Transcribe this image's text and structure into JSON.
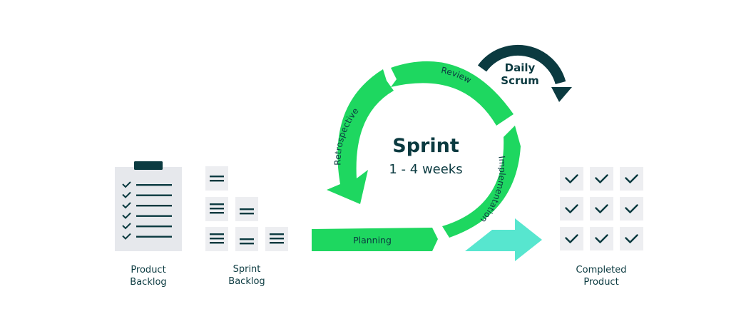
{
  "product_backlog": {
    "line1": "Product",
    "line2": "Backlog",
    "checklist_count": 6
  },
  "sprint_backlog": {
    "line1": "Sprint",
    "line2": "Backlog"
  },
  "completed_product": {
    "line1": "Completed",
    "line2": "Product",
    "check_count": 9
  },
  "sprint": {
    "title": "Sprint",
    "duration": "1 - 4 weeks",
    "stages": {
      "planning": "Planning",
      "implementation": "Implementation",
      "review": "Review",
      "retrospective": "Retrospective"
    }
  },
  "daily_scrum": {
    "line1": "Daily",
    "line2": "Scrum"
  },
  "colors": {
    "cycle_green": "#1ed760",
    "teal_arrow": "#57e6cf",
    "dark_teal": "#0b3a40",
    "tile_gray": "#edeef1",
    "clipboard_gray": "#e6e8ec"
  }
}
